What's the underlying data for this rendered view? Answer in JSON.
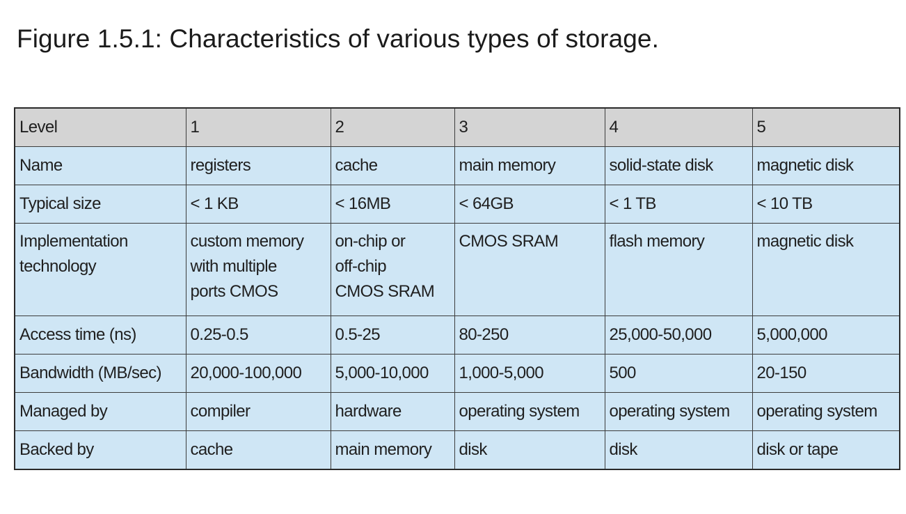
{
  "caption": "Figure 1.5.1: Characteristics of various types of storage.",
  "table": {
    "rows": [
      {
        "label": "Level",
        "cells": [
          "1",
          "2",
          "3",
          "4",
          "5"
        ]
      },
      {
        "label": "Name",
        "cells": [
          "registers",
          "cache",
          "main memory",
          "solid-state disk",
          "magnetic disk"
        ]
      },
      {
        "label": "Typical size",
        "cells": [
          "< 1 KB",
          "< 16MB",
          "< 64GB",
          "< 1 TB",
          "< 10 TB"
        ]
      },
      {
        "label": [
          "Implementation",
          "technology"
        ],
        "cells": [
          [
            "custom memory",
            "with multiple",
            "ports CMOS"
          ],
          [
            "on-chip or",
            "off-chip",
            "CMOS SRAM"
          ],
          [
            "CMOS SRAM"
          ],
          [
            "flash memory"
          ],
          [
            "magnetic disk"
          ]
        ]
      },
      {
        "label": "Access time (ns)",
        "cells": [
          "0.25-0.5",
          "0.5-25",
          "80-250",
          "25,000-50,000",
          "5,000,000"
        ]
      },
      {
        "label": "Bandwidth (MB/sec)",
        "cells": [
          "20,000-100,000",
          "5,000-10,000",
          "1,000-5,000",
          "500",
          "20-150"
        ]
      },
      {
        "label": "Managed by",
        "cells": [
          "compiler",
          "hardware",
          "operating system",
          "operating system",
          "operating system"
        ]
      },
      {
        "label": "Backed by",
        "cells": [
          "cache",
          "main memory",
          "disk",
          "disk",
          "disk or tape"
        ]
      }
    ]
  }
}
